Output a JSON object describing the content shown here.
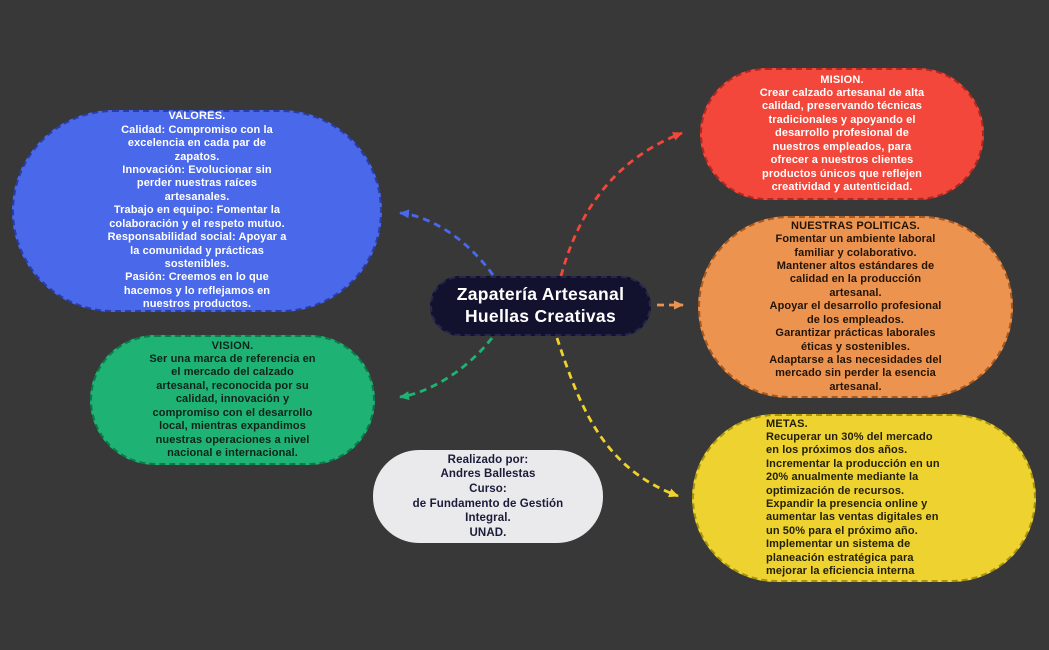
{
  "canvas": {
    "background_color": "#383838",
    "type": "mind-map"
  },
  "center": {
    "title": "Zapatería Artesanal\nHuellas Creativas",
    "bg": "#12122e",
    "border": "#262650",
    "text_color": "#ffffff"
  },
  "credit": {
    "body": "Realizado por:\nAndres Ballestas\nCurso:\nde Fundamento de Gestión\nIntegral.\nUNAD.",
    "bg": "#eaeaec",
    "text_color": "#1b1b3a"
  },
  "nodes": [
    {
      "id": "valores",
      "title": "VALORES.",
      "body": "Calidad: Compromiso con la\nexcelencia en cada par de\nzapatos.\nInnovación: Evolucionar sin\nperder nuestras raíces\nartesanales.\nTrabajo en equipo: Fomentar la\ncolaboración y el respeto mutuo.\nResponsabilidad social: Apoyar a\nla comunidad y prácticas\nsostenibles.\nPasión: Creemos en lo que\nhacemos y lo reflejamos en\nnuestros productos.",
      "bg": "#4a68ea",
      "border": "#2b3da6",
      "text_color": "#ffffff"
    },
    {
      "id": "vision",
      "title": "VISION.",
      "body": "Ser una marca de referencia en\nel mercado del calzado\nartesanal, reconocida por su\ncalidad, innovación y\ncompromiso con el desarrollo\nlocal, mientras expandimos\nnuestras operaciones a nivel\nnacional e internacional.",
      "bg": "#1eb274",
      "border": "#0d7a4c",
      "text_color": "#10231b"
    },
    {
      "id": "mision",
      "title": "MISION.",
      "body": "Crear calzado artesanal de alta\ncalidad, preservando técnicas\ntradicionales y apoyando el\ndesarrollo profesional de\nnuestros empleados, para\nofrecer a nuestros clientes\nproductos únicos que reflejen\ncreatividad y autenticidad.",
      "bg": "#f2473a",
      "border": "#b02a21",
      "text_color": "#ffffff"
    },
    {
      "id": "politicas",
      "title": "NUESTRAS POLITICAS.",
      "body": "Fomentar un ambiente laboral\nfamiliar y colaborativo.\nMantener altos estándares de\ncalidad en la producción\nartesanal.\nApoyar el desarrollo profesional\nde los empleados.\nGarantizar prácticas laborales\néticas y sostenibles.\nAdaptarse a las necesidades del\nmercado sin perder la esencia\nartesanal.",
      "bg": "#ec9350",
      "border": "#a85a1f",
      "text_color": "#231405"
    },
    {
      "id": "metas",
      "title": "METAS.",
      "body": "Recuperar un 30% del mercado\nen los próximos dos años.\nIncrementar la producción en un\n20% anualmente mediante la\noptimización de recursos.\nExpandir la presencia online y\naumentar las ventas digitales en\nun 50% para el próximo año.\nImplementar un sistema de\nplaneación estratégica para\nmejorar la eficiencia interna",
      "bg": "#eed22f",
      "border": "#a89410",
      "text_color": "#23200a"
    }
  ],
  "connectors": {
    "to_valores": {
      "from": "center",
      "to": "valores",
      "color": "#4a68ea"
    },
    "to_mision": {
      "from": "center",
      "to": "mision",
      "color": "#f2473a"
    },
    "to_politicas": {
      "from": "center",
      "to": "politicas",
      "color": "#ec9350"
    },
    "to_vision": {
      "from": "center",
      "to": "vision",
      "color": "#1eb274"
    },
    "to_metas": {
      "from": "center",
      "to": "metas",
      "color": "#eed22f"
    }
  }
}
